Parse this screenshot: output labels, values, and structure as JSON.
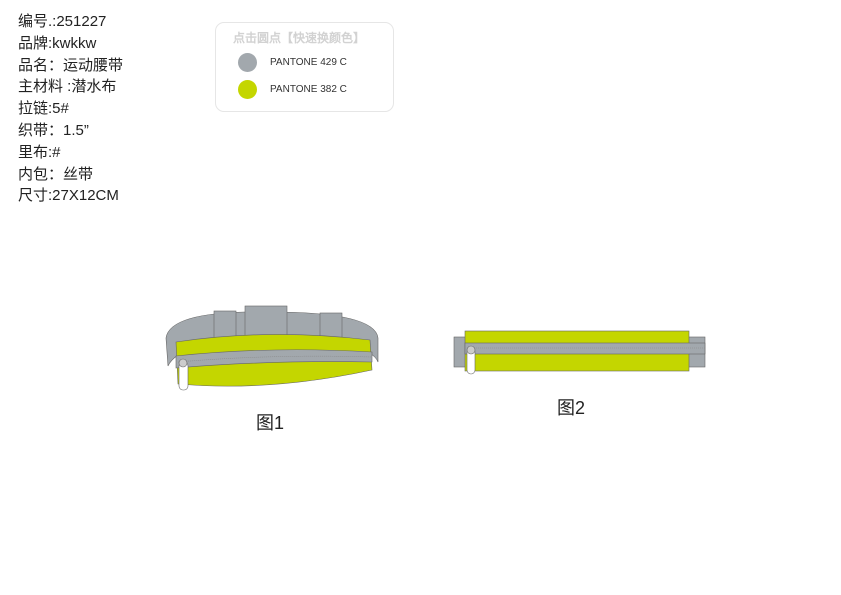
{
  "specs": [
    "编号.:251227",
    "品牌:kwkkw",
    "品名：运动腰带",
    "主材料 :潜水布",
    "拉链:5#",
    "织带：1.5”",
    "里布:#",
    "内包：丝带",
    "尺寸:27X12CM"
  ],
  "palette": {
    "title": "点击圆点【快速换颜色】",
    "swatches": [
      {
        "label": "PANTONE 429 C",
        "color": "#a2a8ad"
      },
      {
        "label": "PANTONE 382 C",
        "color": "#c4d600"
      }
    ]
  },
  "figures": [
    {
      "caption": "图1"
    },
    {
      "caption": "图2"
    }
  ]
}
